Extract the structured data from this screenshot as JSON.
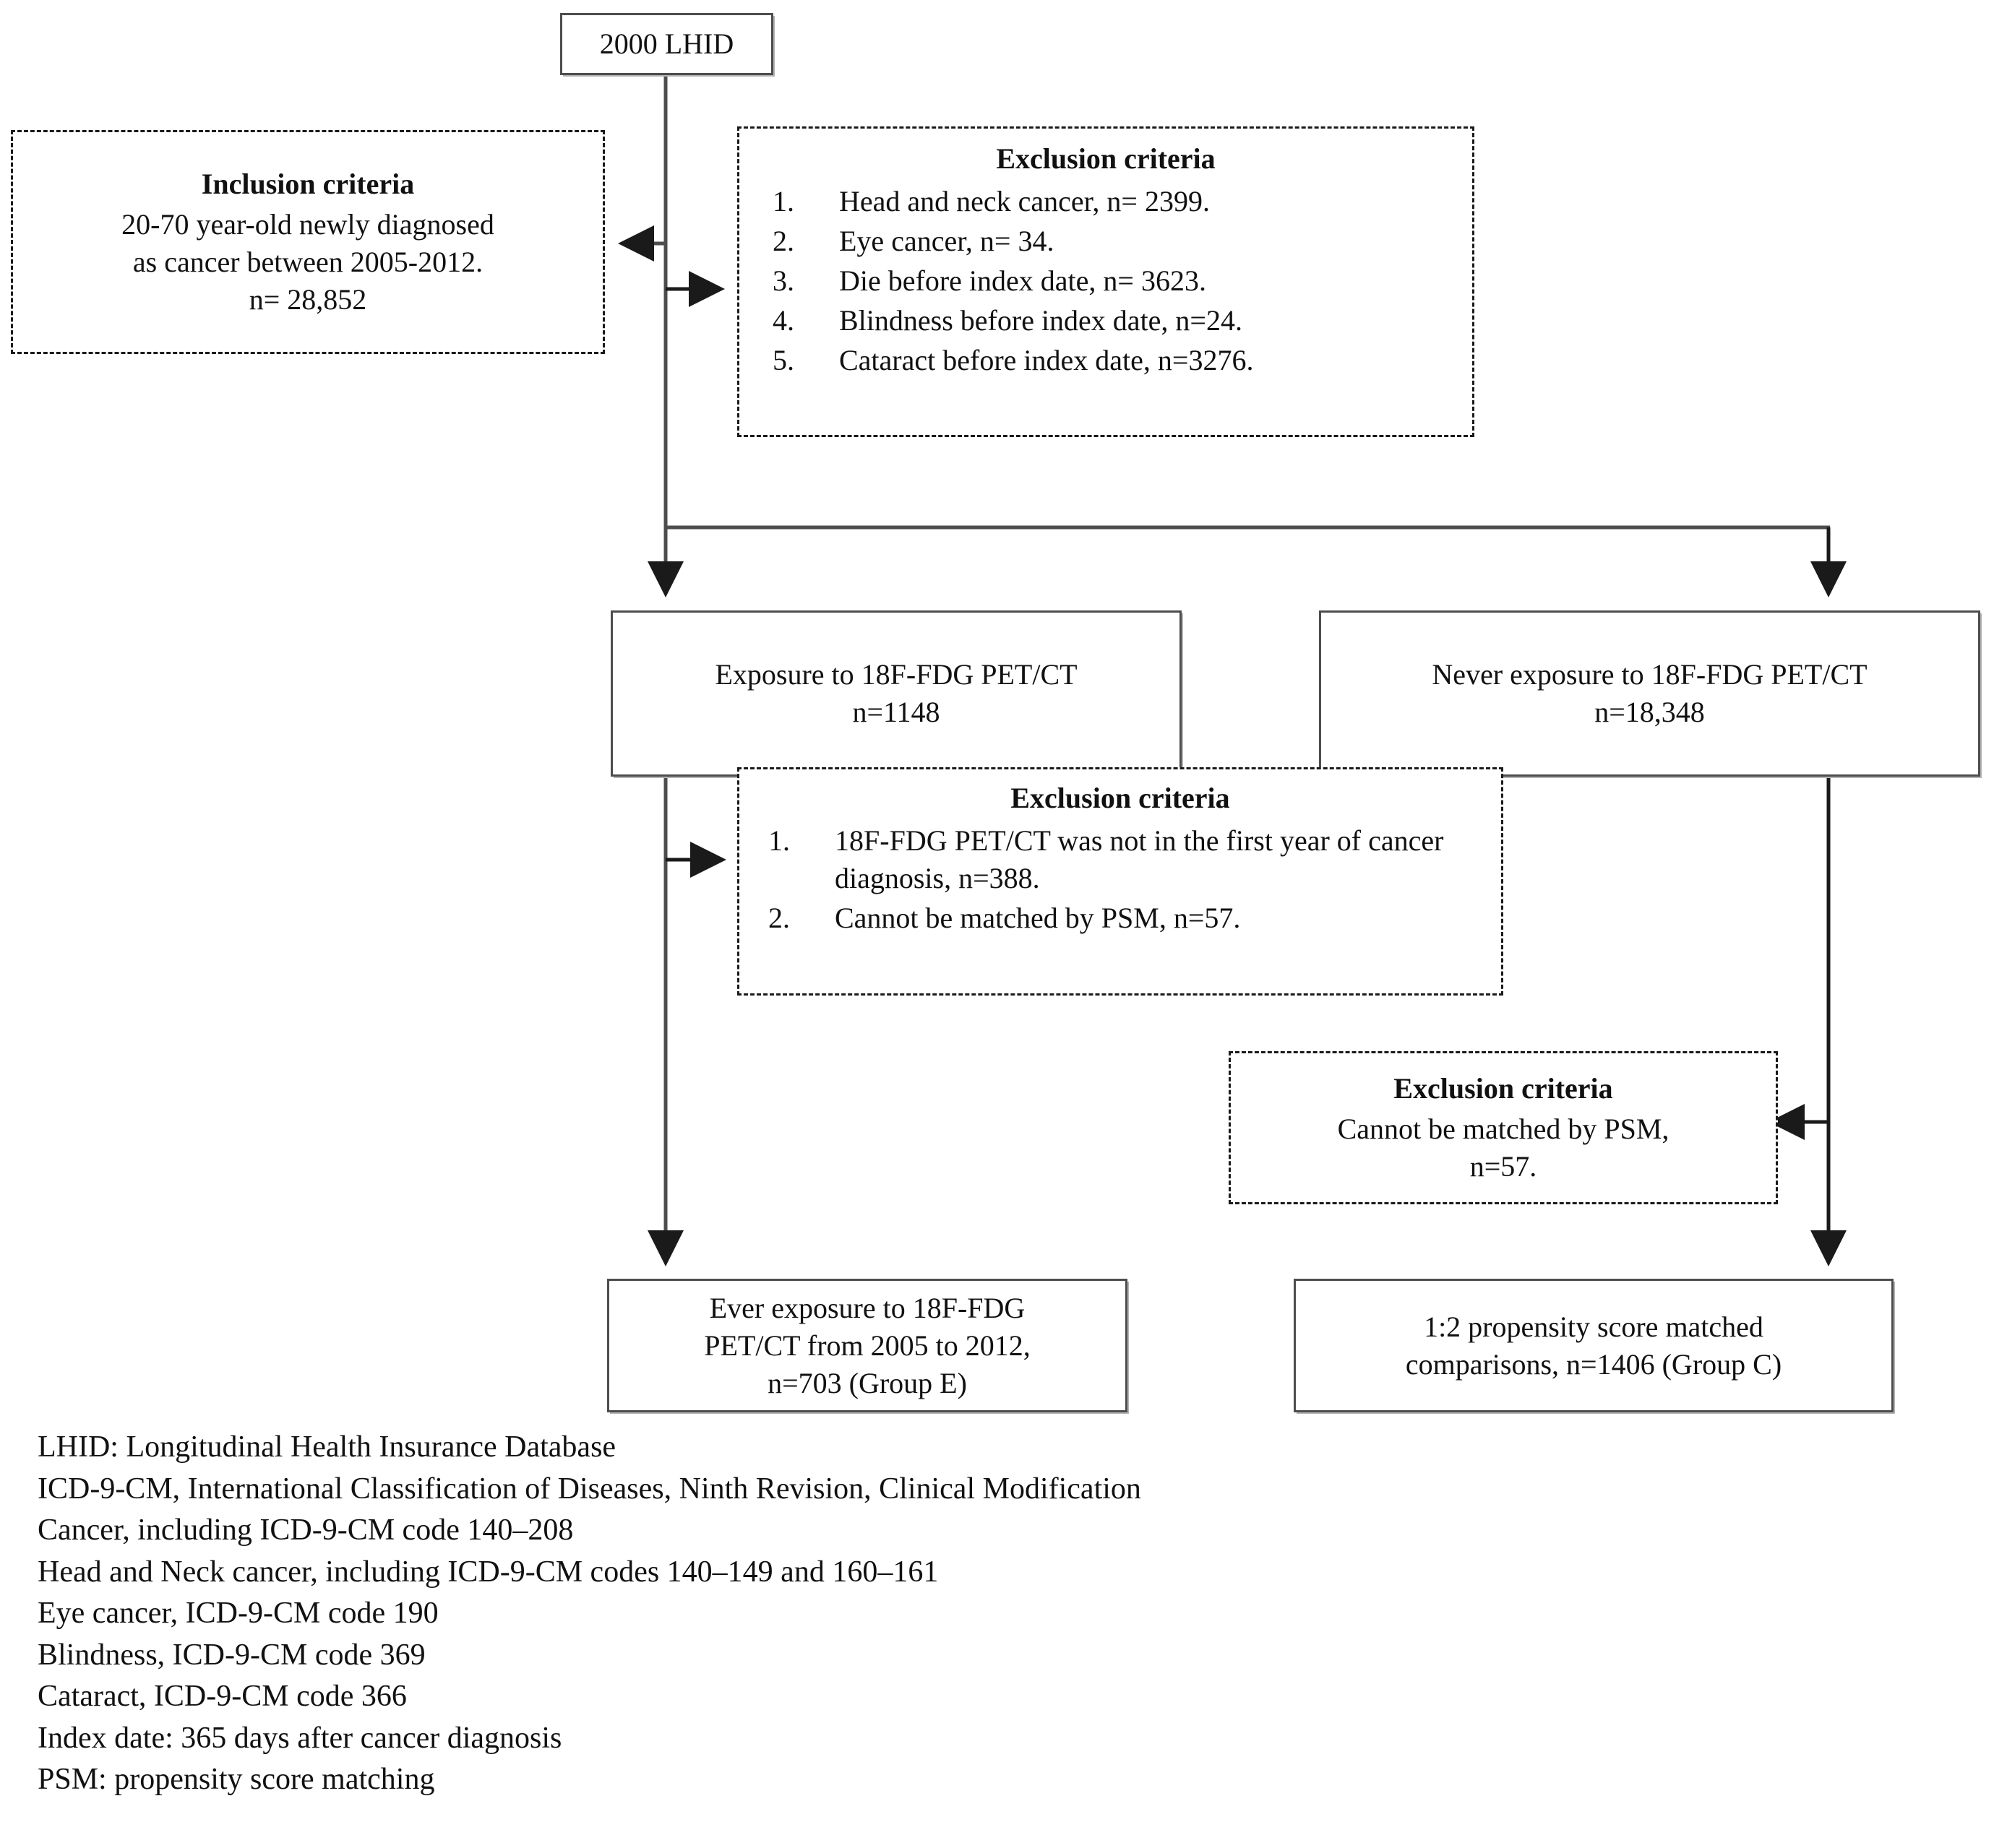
{
  "diagram": {
    "title": "Study population flow diagram",
    "nodes": {
      "source": {
        "label": "2000 LHID"
      },
      "inclusion": {
        "title": "Inclusion criteria",
        "line1": "20-70 year-old newly diagnosed",
        "line2": "as cancer between 2005-2012.",
        "line3": "n= 28,852"
      },
      "exclusion_1": {
        "title": "Exclusion criteria",
        "items": [
          {
            "num": "1.",
            "text": "Head and neck cancer, n= 2399."
          },
          {
            "num": "2.",
            "text": "Eye cancer, n= 34."
          },
          {
            "num": "3.",
            "text": "Die before index date, n= 3623."
          },
          {
            "num": "4.",
            "text": "Blindness before index date, n=24."
          },
          {
            "num": "5.",
            "text": "Cataract before index date, n=3276."
          }
        ]
      },
      "exposure": {
        "line1": "Exposure to 18F-FDG PET/CT",
        "line2": "n=1148"
      },
      "never_exposure": {
        "line1": "Never exposure to 18F-FDG PET/CT",
        "line2": "n=18,348"
      },
      "exclusion_2": {
        "title": "Exclusion criteria",
        "items": [
          {
            "num": "1.",
            "text": "18F-FDG PET/CT was not in the first year of cancer diagnosis, n=388."
          },
          {
            "num": "2.",
            "text": "Cannot be matched by PSM, n=57."
          }
        ]
      },
      "exclusion_3": {
        "title": "Exclusion criteria",
        "line1": "Cannot be matched by PSM,",
        "line2": "n=57."
      },
      "group_e": {
        "line1": "Ever exposure to 18F-FDG",
        "line2": "PET/CT from 2005 to 2012,",
        "line3": "n=703 (Group E)"
      },
      "group_c": {
        "line1": "1:2 propensity score matched",
        "line2": "comparisons, n=1406 (Group C)"
      }
    }
  },
  "footnotes": [
    "LHID: Longitudinal Health Insurance Database",
    "ICD-9-CM, International Classification of Diseases, Ninth Revision, Clinical Modification",
    "Cancer, including ICD-9-CM code 140–208",
    "Head and Neck cancer, including ICD-9-CM codes 140–149 and 160–161",
    "Eye cancer, ICD-9-CM code 190",
    "Blindness, ICD-9-CM code 369",
    "Cataract, ICD-9-CM code 366",
    "Index date: 365 days after cancer diagnosis",
    "PSM: propensity score matching"
  ],
  "colors": {
    "line": "#4d4d4d",
    "line_dark": "#1a1a1a",
    "text": "#111111",
    "background": "#ffffff"
  }
}
